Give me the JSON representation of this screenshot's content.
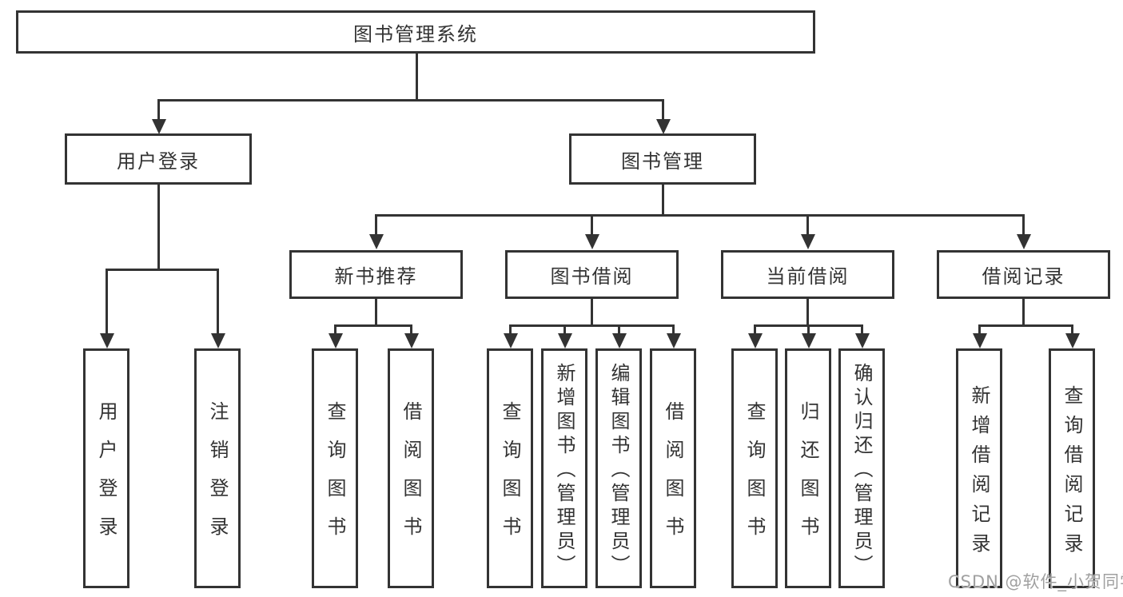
{
  "diagram": {
    "root": {
      "label": "图书管理系统",
      "children": [
        {
          "label": "用户登录",
          "children": [
            {
              "label": "用户登录"
            },
            {
              "label": "注销登录"
            }
          ]
        },
        {
          "label": "图书管理",
          "children": [
            {
              "label": "新书推荐",
              "children": [
                {
                  "label": "查询图书"
                },
                {
                  "label": "借阅图书"
                }
              ]
            },
            {
              "label": "图书借阅",
              "children": [
                {
                  "label": "查询图书"
                },
                {
                  "label": "新增图书（管理员）"
                },
                {
                  "label": "编辑图书（管理员）"
                },
                {
                  "label": "借阅图书"
                }
              ]
            },
            {
              "label": "当前借阅",
              "children": [
                {
                  "label": "查询图书"
                },
                {
                  "label": "归还图书"
                },
                {
                  "label": "确认归还（管理员）"
                }
              ]
            },
            {
              "label": "借阅记录",
              "children": [
                {
                  "label": "新增借阅记录"
                },
                {
                  "label": "查询借阅记录"
                }
              ]
            }
          ]
        }
      ]
    },
    "colors": {
      "line": "#333333",
      "background": "#ffffff",
      "watermark_gray": "#a0a0a0"
    },
    "watermark": {
      "text": "CSDN @软件_小贺同学"
    }
  }
}
